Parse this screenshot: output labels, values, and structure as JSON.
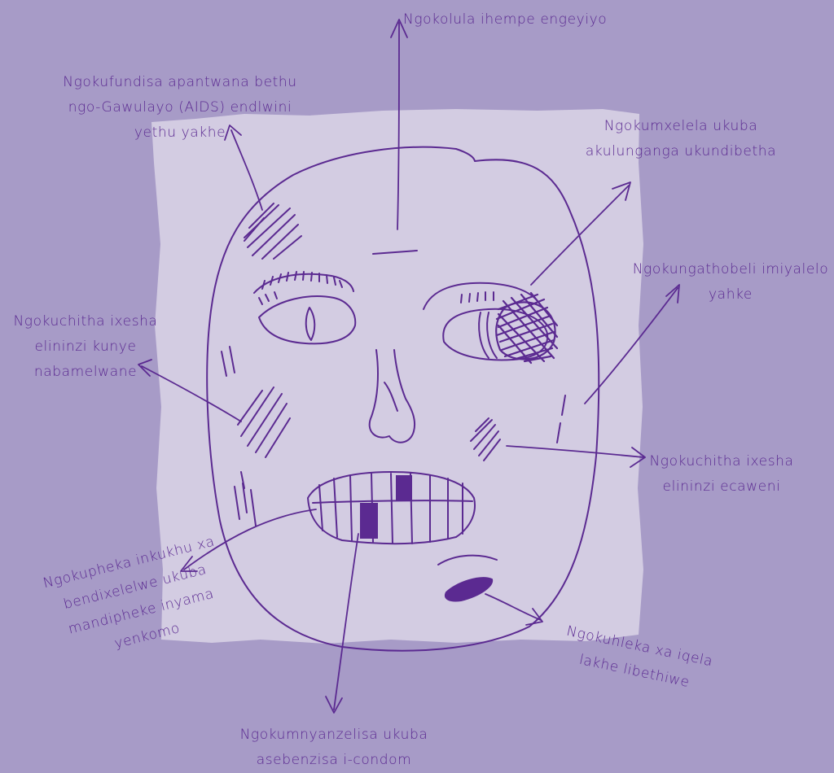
{
  "colors": {
    "background": "#a79bc7",
    "paper": "#d3cce2",
    "ink": "#5b2a91"
  },
  "labels": {
    "top": [
      "Ngokolula ihempe engeyiyo"
    ],
    "aids": [
      "Ngokufundisa apantwana bethu",
      "ngo-Gawulayo (AIDS) endlwini",
      "yethu yakhe"
    ],
    "trust": [
      "Ngokumxelela ukuba",
      "akulunganga ukundibetha"
    ],
    "rules": [
      "Ngokungathobeli imiyalelo",
      "yahke"
    ],
    "neighbours": [
      "Ngokuchitha ixesha",
      "elininzi kunye",
      "nabamelwane"
    ],
    "church": [
      "Ngokuchitha ixesha",
      "elininzi ecaweni"
    ],
    "meat": [
      "Ngokupheka inkukhu xa",
      "bendixelelwe ukuba",
      "mandipheke inyama",
      "yenkomo"
    ],
    "lover": [
      "Ngokuhleka xa iqela",
      "lakhe libethiwe"
    ],
    "condom": [
      "Ngokumnyanzelisa ukuba",
      "asebenzisa i-condom"
    ]
  }
}
